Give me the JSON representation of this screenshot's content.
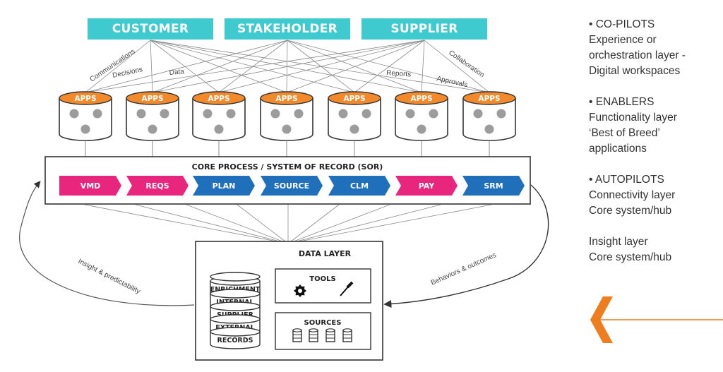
{
  "stakeholders": [
    "CUSTOMER",
    "STAKEHOLDER",
    "SUPPLIER"
  ],
  "connection_labels": [
    "Communications",
    "Decisions",
    "Data",
    "Reports",
    "Approvals",
    "Collaboration"
  ],
  "apps_label": "APPS",
  "apps_count": 7,
  "core_title": "CORE PROCESS / SYSTEM OF RECORD (SOR)",
  "process_steps": [
    {
      "label": "VMD",
      "color": "#e8267e"
    },
    {
      "label": "REQS",
      "color": "#e8267e"
    },
    {
      "label": "PLAN",
      "color": "#1f6fba"
    },
    {
      "label": "SOURCE",
      "color": "#1f6fba"
    },
    {
      "label": "CLM",
      "color": "#1f6fba"
    },
    {
      "label": "PAY",
      "color": "#e8267e"
    },
    {
      "label": "SRM",
      "color": "#1f6fba"
    }
  ],
  "data_layer": {
    "title": "DATA LAYER",
    "stack": [
      "ENRICHMENT",
      "INTERNAL",
      "SUPPLIER",
      "EXTERNAL",
      "RECORDS"
    ],
    "tools_title": "TOOLS",
    "sources_title": "SOURCES"
  },
  "loop_labels": {
    "left": "Insight & predictability",
    "right": "Behaviors & outcomes"
  },
  "sidebar": [
    [
      "• CO-PILOTS",
      "Experience or",
      "orchestration layer -",
      "Digital workspaces"
    ],
    [
      "• ENABLERS",
      "Functionality layer",
      "‘Best of Breed’",
      "applications"
    ],
    [
      "• AUTOPILOTS",
      "Connectivity layer",
      "Core system/hub"
    ],
    [
      "Insight layer",
      "Core system/hub"
    ]
  ],
  "colors": {
    "teal": "#3fcad0",
    "orange": "#ed7d1f",
    "pink": "#e8267e",
    "blue": "#1f6fba",
    "apps_orange": "#f2892b",
    "dot_gray": "#9c9c9c"
  }
}
